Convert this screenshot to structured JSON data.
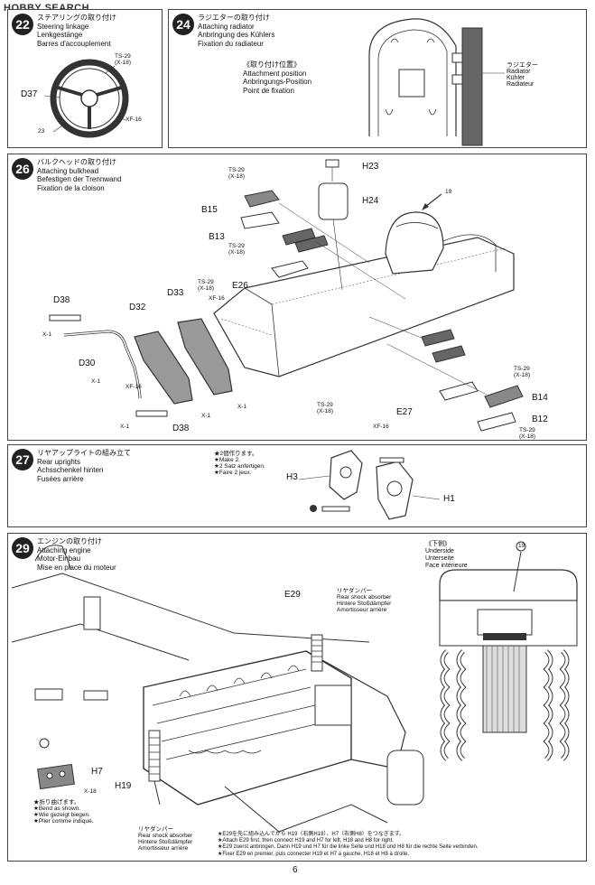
{
  "watermark": "HOBBY SEARCH",
  "page_number": "6",
  "step22": {
    "num": "22",
    "title": "ステアリングの取り付け\nSteering linkage\nLenkgestänge\nBarres d'accouplement",
    "parts": {
      "d37": "D37",
      "ts29": "TS-29\n(X-18)",
      "xf16": "XF-16",
      "n23": "23"
    }
  },
  "step24": {
    "num": "24",
    "title": "ラジエターの取り付け\nAttaching radiator\nAnbringung des Kühlers\nFixation du radiateur",
    "position": "《取り付け位置》\nAttachment position\nAnbringungs-Position\nPoint de fixation",
    "radiator": "ラジエター\nRadiator\nKühler\nRadiateur"
  },
  "step26": {
    "num": "26",
    "title": "バルクヘッドの取り付け\nAttaching bulkhead\nBefestigen der Trennwand\nFixation de la cloison",
    "parts": {
      "h23": "H23",
      "h24": "H24",
      "b15": "B15",
      "b13": "B13",
      "e26": "E26",
      "d33": "D33",
      "d32": "D32",
      "d38a": "D38",
      "d38b": "D38",
      "d30": "D30",
      "b14": "B14",
      "b12": "B12",
      "e27": "E27",
      "x1a": "X-1",
      "x1b": "X-1",
      "x1c": "X-1",
      "x1d": "X-1",
      "x1e": "X-1",
      "ts29a": "TS-29\n(X-18)",
      "ts29b": "TS-29\n(X-18)",
      "ts29c": "TS-29\n(X-18)",
      "ts29d": "TS-29\n(X-18)",
      "ts29e": "TS-29\n(X-18)",
      "ts29f": "TS-29\n(X-18)",
      "xf16a": "XF-16",
      "xf16b": "XF-16",
      "xf16c": "XF-16",
      "n19": "19"
    }
  },
  "step27": {
    "num": "27",
    "title": "リヤアップライトの組み立て\nRear uprights\nAchsschenkel hinten\nFusées arrière",
    "note": "★2個作ります。\n★Make 2.\n★2 Satz anfertigen.\n★Faire 2 jeux.",
    "parts": {
      "h3": "H3",
      "h1": "H1"
    }
  },
  "step29": {
    "num": "29",
    "title": "エンジンの取り付け\nAttaching engine\nMotor-Einbau\nMise en place du moteur",
    "underside": "《下側》\nUnderside\nUnterseite\nFace intérieure",
    "shock_top": "リヤダンパー\nRear shock absorber\nHintere Stoßdämpfer\nAmortisseur arrière",
    "shock_bottom": "リヤダンパー\nRear shock absorber\nHintere Stoßdämpfer\nAmortisseur arrière",
    "bend": "★折り曲げます。\n★Bend as shown.\n★Wie gezeigt biegen.\n★Plier comme indiqué.",
    "parts": {
      "e29": "E29",
      "h7": "H7",
      "h19": "H19",
      "x18": "X-18",
      "n19": "19"
    },
    "instructions": "★E29を先に組み込んでから H19（右側H18）、H7（右側H8）をつなぎます。\n★Attach E29 first, then connect H19 and H7 for left, H18 and H8 for right.\n★E29 zuerst anbringen. Dann H19 und H7 für die linke Seite und H18 und H8 für die rechte Seite verbinden.\n★Fixer E29 en premier, puis connecter H19 et H7 à gauche, H18 et H8 à droite."
  }
}
